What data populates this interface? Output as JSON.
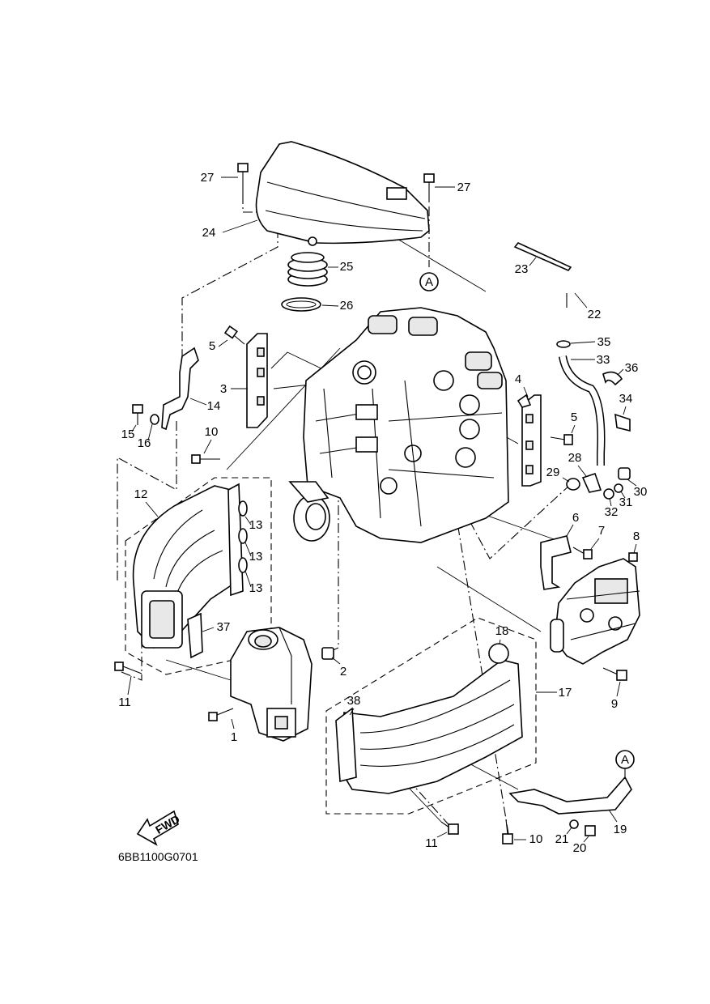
{
  "diagram_code": "6BB1100G0701",
  "fwd_label": "FWD",
  "ref_marker": "A",
  "callouts": [
    {
      "id": "c1",
      "label": "1"
    },
    {
      "id": "c2",
      "label": "2"
    },
    {
      "id": "c3",
      "label": "3"
    },
    {
      "id": "c4",
      "label": "4"
    },
    {
      "id": "c5a",
      "label": "5"
    },
    {
      "id": "c5b",
      "label": "5"
    },
    {
      "id": "c6",
      "label": "6"
    },
    {
      "id": "c7",
      "label": "7"
    },
    {
      "id": "c8",
      "label": "8"
    },
    {
      "id": "c9",
      "label": "9"
    },
    {
      "id": "c10a",
      "label": "10"
    },
    {
      "id": "c10b",
      "label": "10"
    },
    {
      "id": "c11a",
      "label": "11"
    },
    {
      "id": "c11b",
      "label": "11"
    },
    {
      "id": "c12",
      "label": "12"
    },
    {
      "id": "c13a",
      "label": "13"
    },
    {
      "id": "c13b",
      "label": "13"
    },
    {
      "id": "c13c",
      "label": "13"
    },
    {
      "id": "c14",
      "label": "14"
    },
    {
      "id": "c15",
      "label": "15"
    },
    {
      "id": "c16",
      "label": "16"
    },
    {
      "id": "c17",
      "label": "17"
    },
    {
      "id": "c18",
      "label": "18"
    },
    {
      "id": "c19",
      "label": "19"
    },
    {
      "id": "c20",
      "label": "20"
    },
    {
      "id": "c21",
      "label": "21"
    },
    {
      "id": "c22",
      "label": "22"
    },
    {
      "id": "c23",
      "label": "23"
    },
    {
      "id": "c24",
      "label": "24"
    },
    {
      "id": "c25",
      "label": "25"
    },
    {
      "id": "c26",
      "label": "26"
    },
    {
      "id": "c27a",
      "label": "27"
    },
    {
      "id": "c27b",
      "label": "27"
    },
    {
      "id": "c28",
      "label": "28"
    },
    {
      "id": "c29",
      "label": "29"
    },
    {
      "id": "c30",
      "label": "30"
    },
    {
      "id": "c31",
      "label": "31"
    },
    {
      "id": "c32",
      "label": "32"
    },
    {
      "id": "c33",
      "label": "33"
    },
    {
      "id": "c34",
      "label": "34"
    },
    {
      "id": "c35",
      "label": "35"
    },
    {
      "id": "c36",
      "label": "36"
    },
    {
      "id": "c37",
      "label": "37"
    },
    {
      "id": "c38",
      "label": "38"
    }
  ]
}
